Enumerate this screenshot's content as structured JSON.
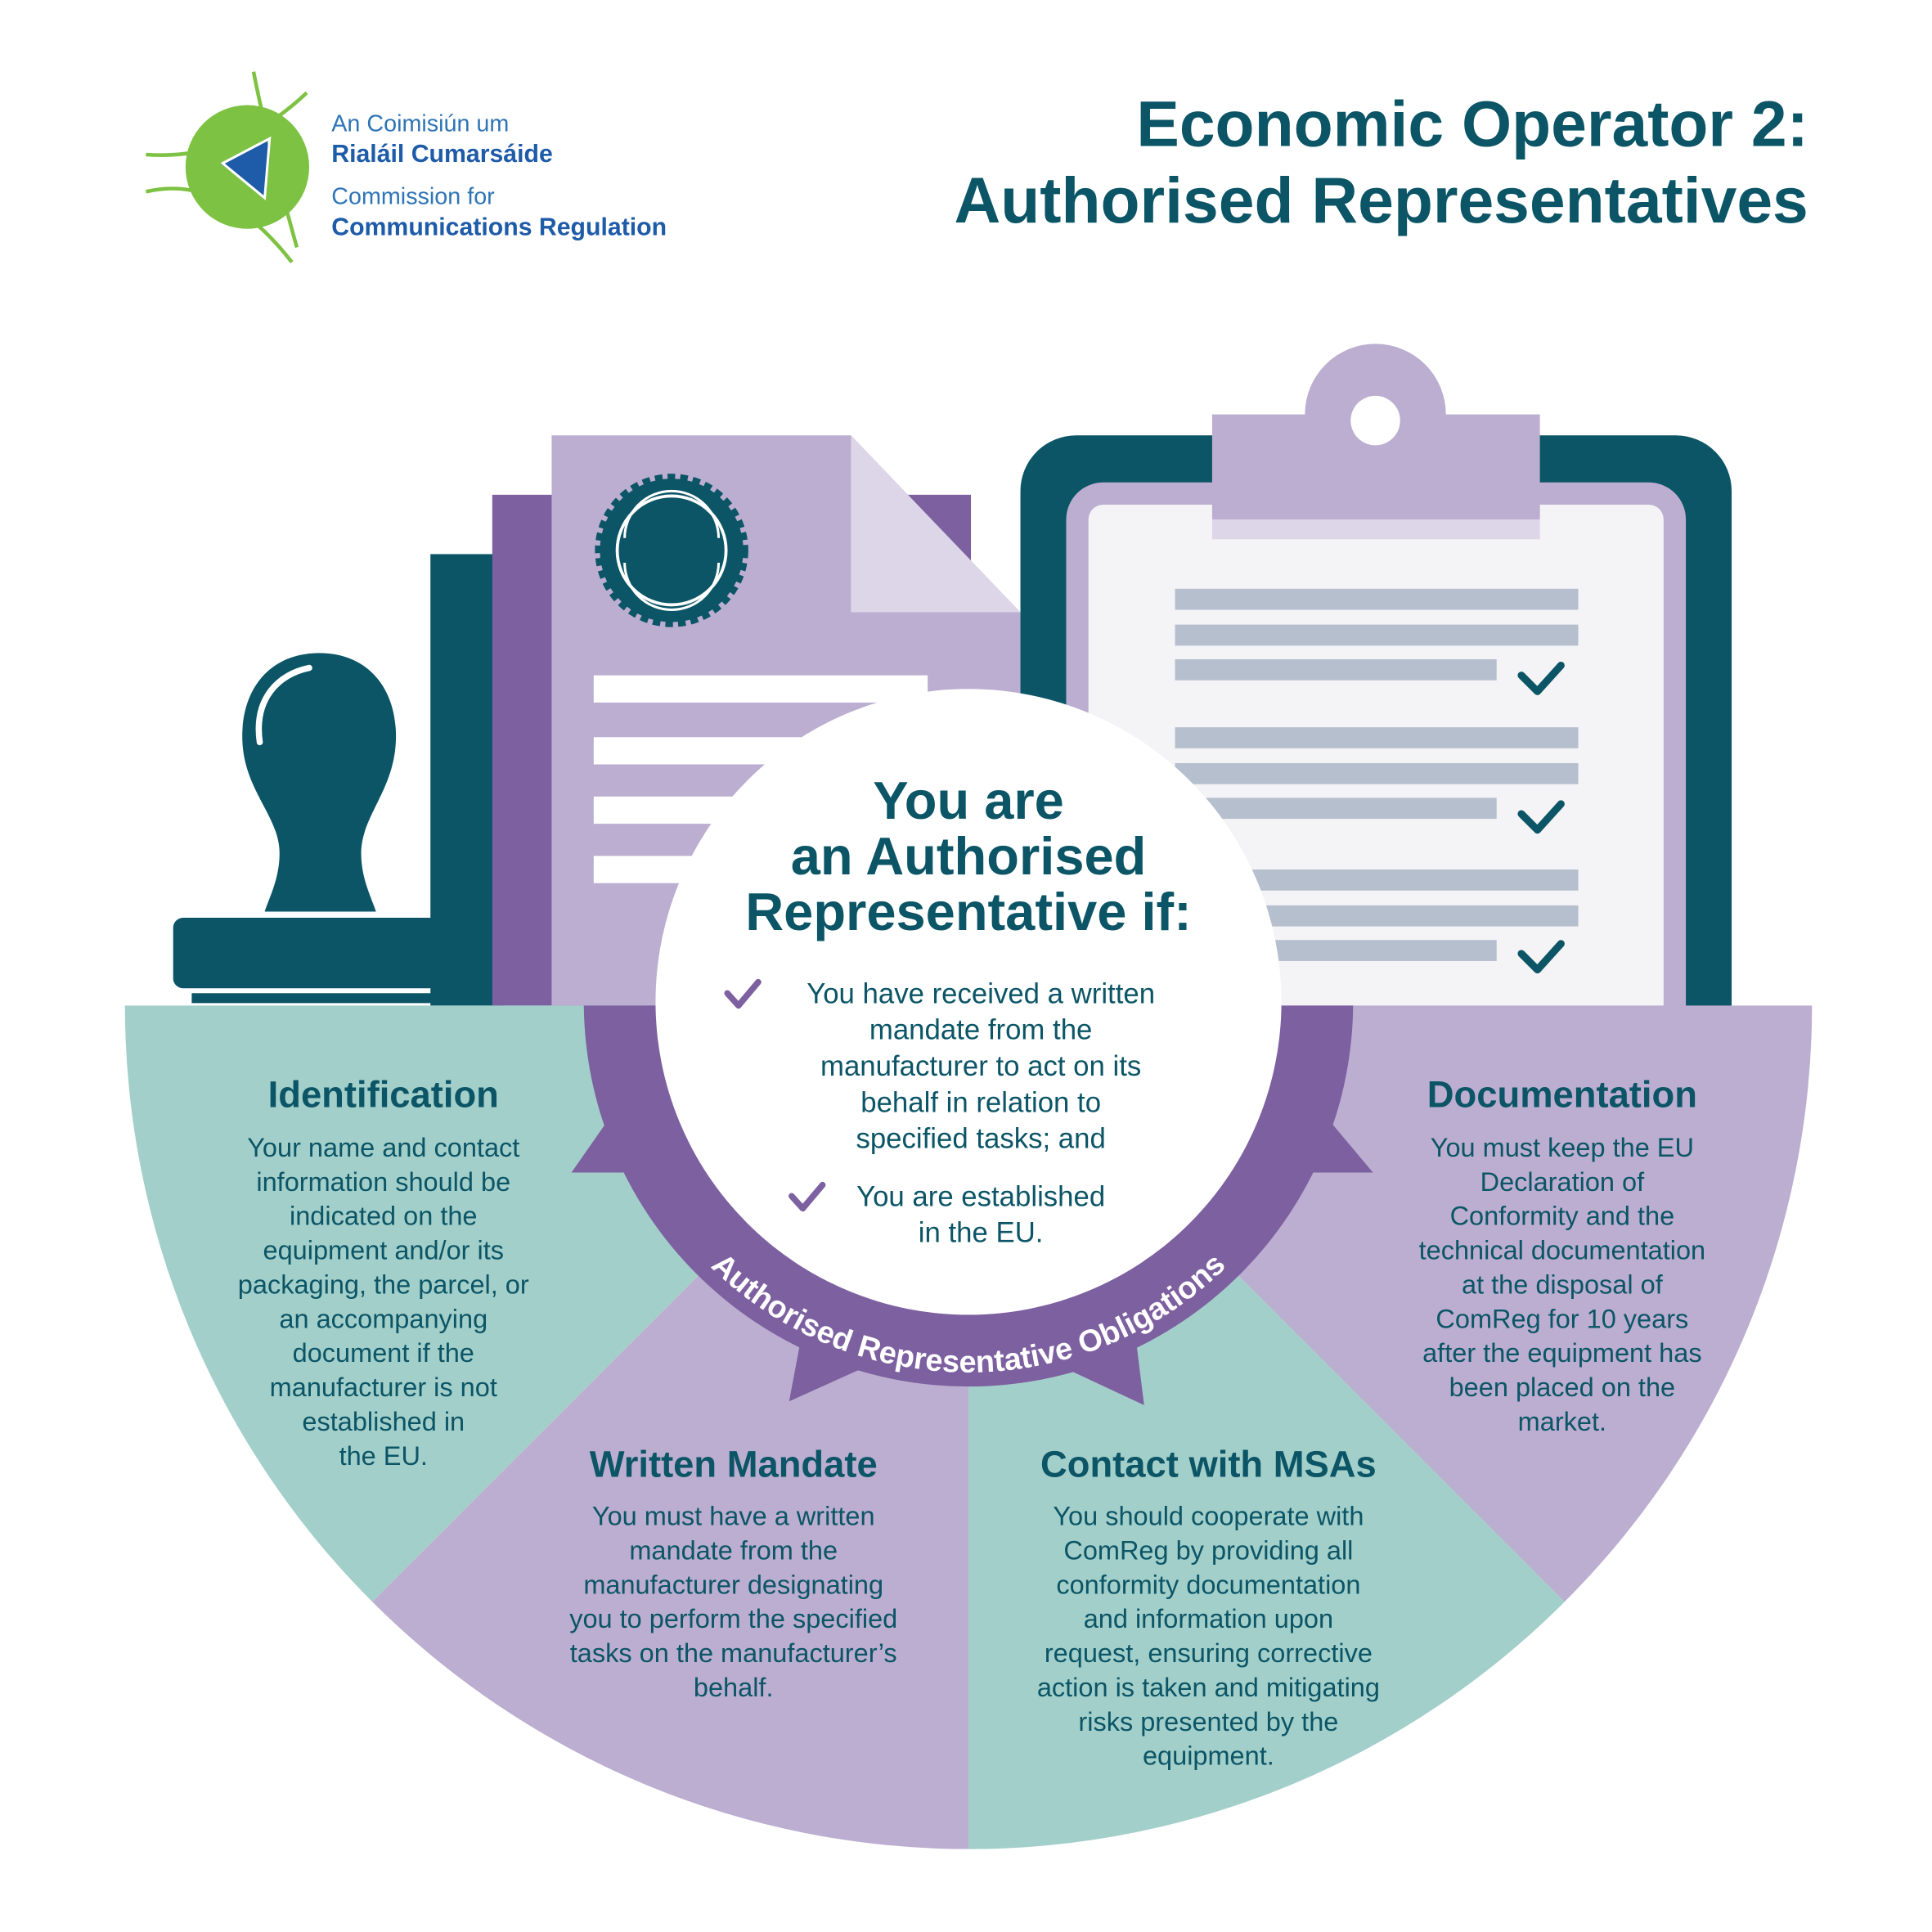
{
  "logo": {
    "line1": "An Coimisiún um",
    "line2": "Rialáil Cumarsáide",
    "line3": "Commission for",
    "line4": "Communications Regulation"
  },
  "title": {
    "line1": "Economic Operator 2:",
    "line2": "Authorised Representatives"
  },
  "center": {
    "heading": [
      "You are",
      "an Authorised",
      "Representative if:"
    ],
    "bullet1": [
      "You have received a written",
      "mandate from the",
      "manufacturer to act on its",
      "behalf in relation to",
      "specified tasks; and"
    ],
    "bullet2": [
      "You are established",
      "in the EU."
    ]
  },
  "ring_label": "Authorised Representative Obligations",
  "sections": {
    "identification": {
      "title": "Identification",
      "lines": [
        "Your name and contact",
        "information should be",
        "indicated on the",
        "equipment and/or its",
        "packaging, the parcel, or",
        "an accompanying",
        "document if the",
        "manufacturer is not",
        "established in",
        "the EU."
      ]
    },
    "mandate": {
      "title": "Written Mandate",
      "lines": [
        "You must have a written",
        "mandate from the",
        "manufacturer designating",
        "you to perform the specified",
        "tasks on the manufacturer’s",
        "behalf."
      ]
    },
    "contact": {
      "title": "Contact with MSAs",
      "lines": [
        "You should cooperate with",
        "ComReg by providing all",
        "conformity documentation",
        "and information upon",
        "request, ensuring corrective",
        "action is taken and mitigating",
        "risks presented by the",
        "equipment."
      ]
    },
    "documentation": {
      "title": "Documentation",
      "lines": [
        "You must keep the EU",
        "Declaration of",
        "Conformity and the",
        "technical documentation",
        "at the disposal of",
        "ComReg for 10 years",
        "after the equipment has",
        "been placed on the",
        "market."
      ]
    }
  },
  "colors": {
    "teal_dark": "#0b5566",
    "purple_light": "#bcaed0",
    "purple_dark": "#7d60a0",
    "mint": "#a3cfca",
    "logo_green": "#7dc242",
    "logo_blue": "#1e5ba8"
  }
}
